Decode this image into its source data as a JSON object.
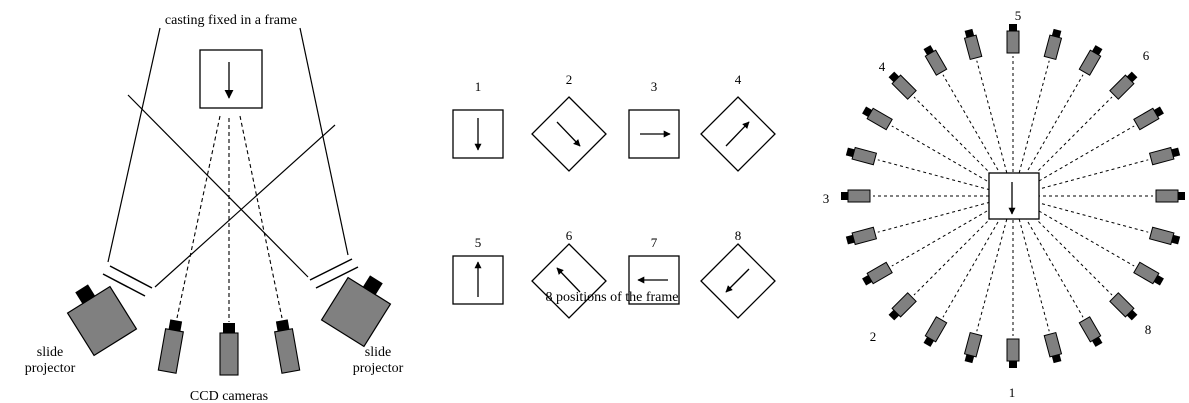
{
  "left_panel": {
    "casting_label": "casting fixed in a frame",
    "projector_left": [
      "slide",
      "projector"
    ],
    "projector_right": [
      "slide",
      "projector"
    ],
    "cameras_label": "CCD cameras"
  },
  "middle_panel": {
    "positions": [
      {
        "label": "1",
        "frame": "square",
        "arrow": "down"
      },
      {
        "label": "2",
        "frame": "diamond",
        "arrow": "down-right"
      },
      {
        "label": "3",
        "frame": "square",
        "arrow": "right"
      },
      {
        "label": "4",
        "frame": "diamond",
        "arrow": "up-right"
      },
      {
        "label": "5",
        "frame": "square",
        "arrow": "up"
      },
      {
        "label": "6",
        "frame": "diamond",
        "arrow": "up-left"
      },
      {
        "label": "7",
        "frame": "square",
        "arrow": "left"
      },
      {
        "label": "8",
        "frame": "diamond",
        "arrow": "down-left"
      }
    ],
    "caption": "8 positions of the frame"
  },
  "right_panel": {
    "camera_count": 24,
    "position_labels": [
      "1",
      "2",
      "3",
      "4",
      "5",
      "6",
      "8"
    ]
  },
  "colors": {
    "camera_body": "#808080",
    "camera_lens": "#000000",
    "line": "#000000"
  }
}
